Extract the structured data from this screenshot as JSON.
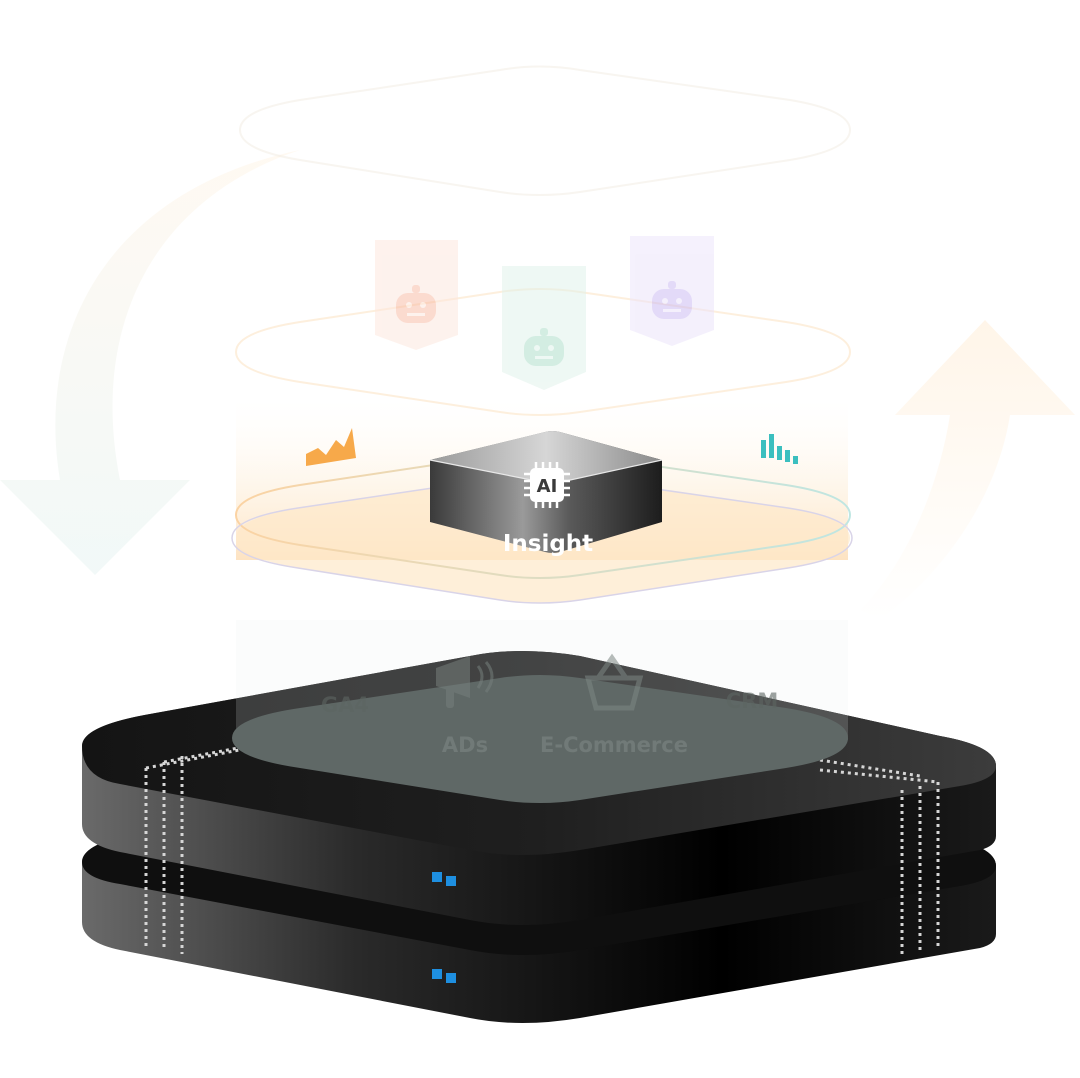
{
  "ai_module": {
    "chip_label": "AI",
    "title": "Insight"
  },
  "data_sources": {
    "ga4": "GA4",
    "ads": "ADs",
    "ecommerce": "E-Commerce",
    "crm": "CRM"
  },
  "colors": {
    "accent_orange": "#f7a94a",
    "accent_teal": "#3bbfbf",
    "bot_orange": "#fbd6c6",
    "bot_green": "#c4ead9",
    "bot_purple": "#dccff5",
    "server_dark": "#0d0d0d",
    "server_led": "#1e8fe0"
  },
  "icons": {
    "bot_left": "robot-icon",
    "bot_center": "robot-icon",
    "bot_right": "robot-icon",
    "chart_left": "area-chart-icon",
    "chart_right": "bar-chart-icon",
    "megaphone": "megaphone-icon",
    "basket": "shopping-basket-icon",
    "chip": "ai-chip-icon"
  }
}
